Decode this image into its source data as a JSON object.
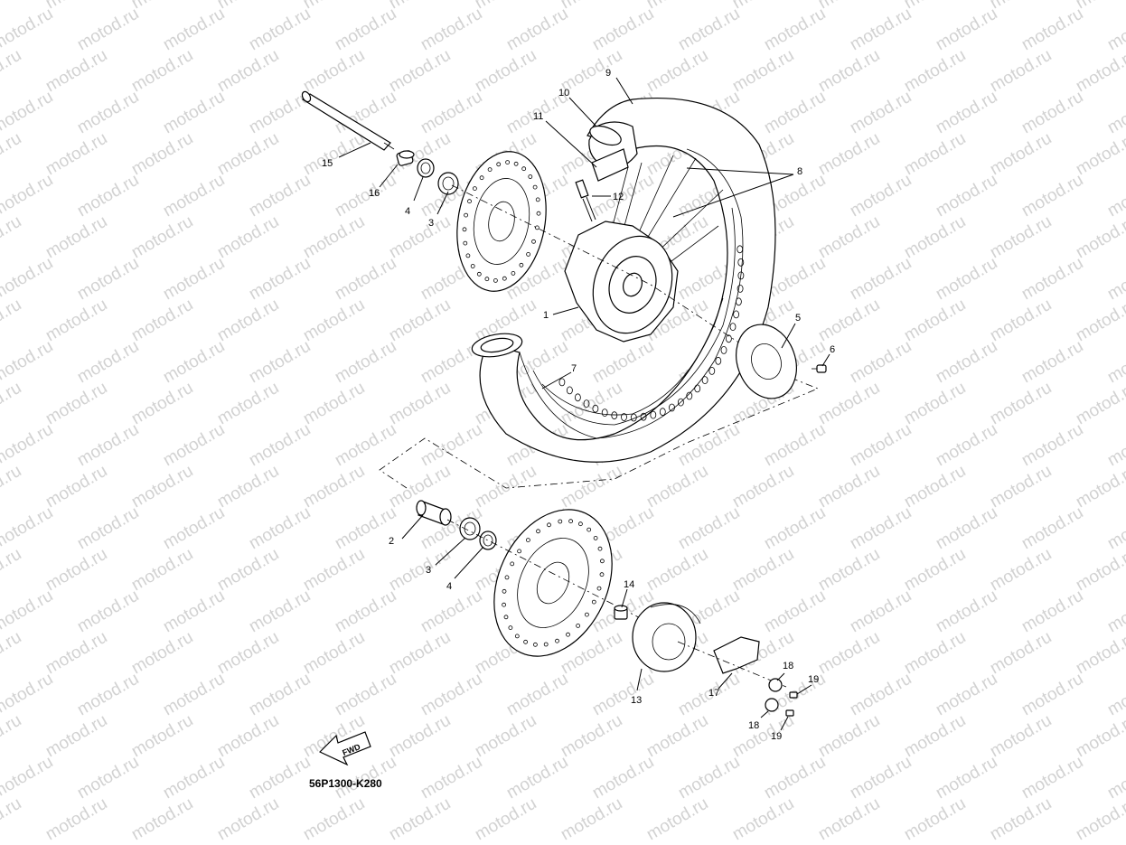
{
  "watermark": {
    "text": "motod.ru"
  },
  "diagram_code": "56P1300-K280",
  "fwd_label": "FWD",
  "callouts": {
    "c1": "1",
    "c2": "2",
    "c3a": "3",
    "c3b": "3",
    "c4a": "4",
    "c4b": "4",
    "c5": "5",
    "c6": "6",
    "c7": "7",
    "c8": "8",
    "c9": "9",
    "c10": "10",
    "c11": "11",
    "c12": "12",
    "c13": "13",
    "c14": "14",
    "c15": "15",
    "c16": "16",
    "c17": "17",
    "c18a": "18",
    "c18b": "18",
    "c19a": "19",
    "c19b": "19"
  }
}
